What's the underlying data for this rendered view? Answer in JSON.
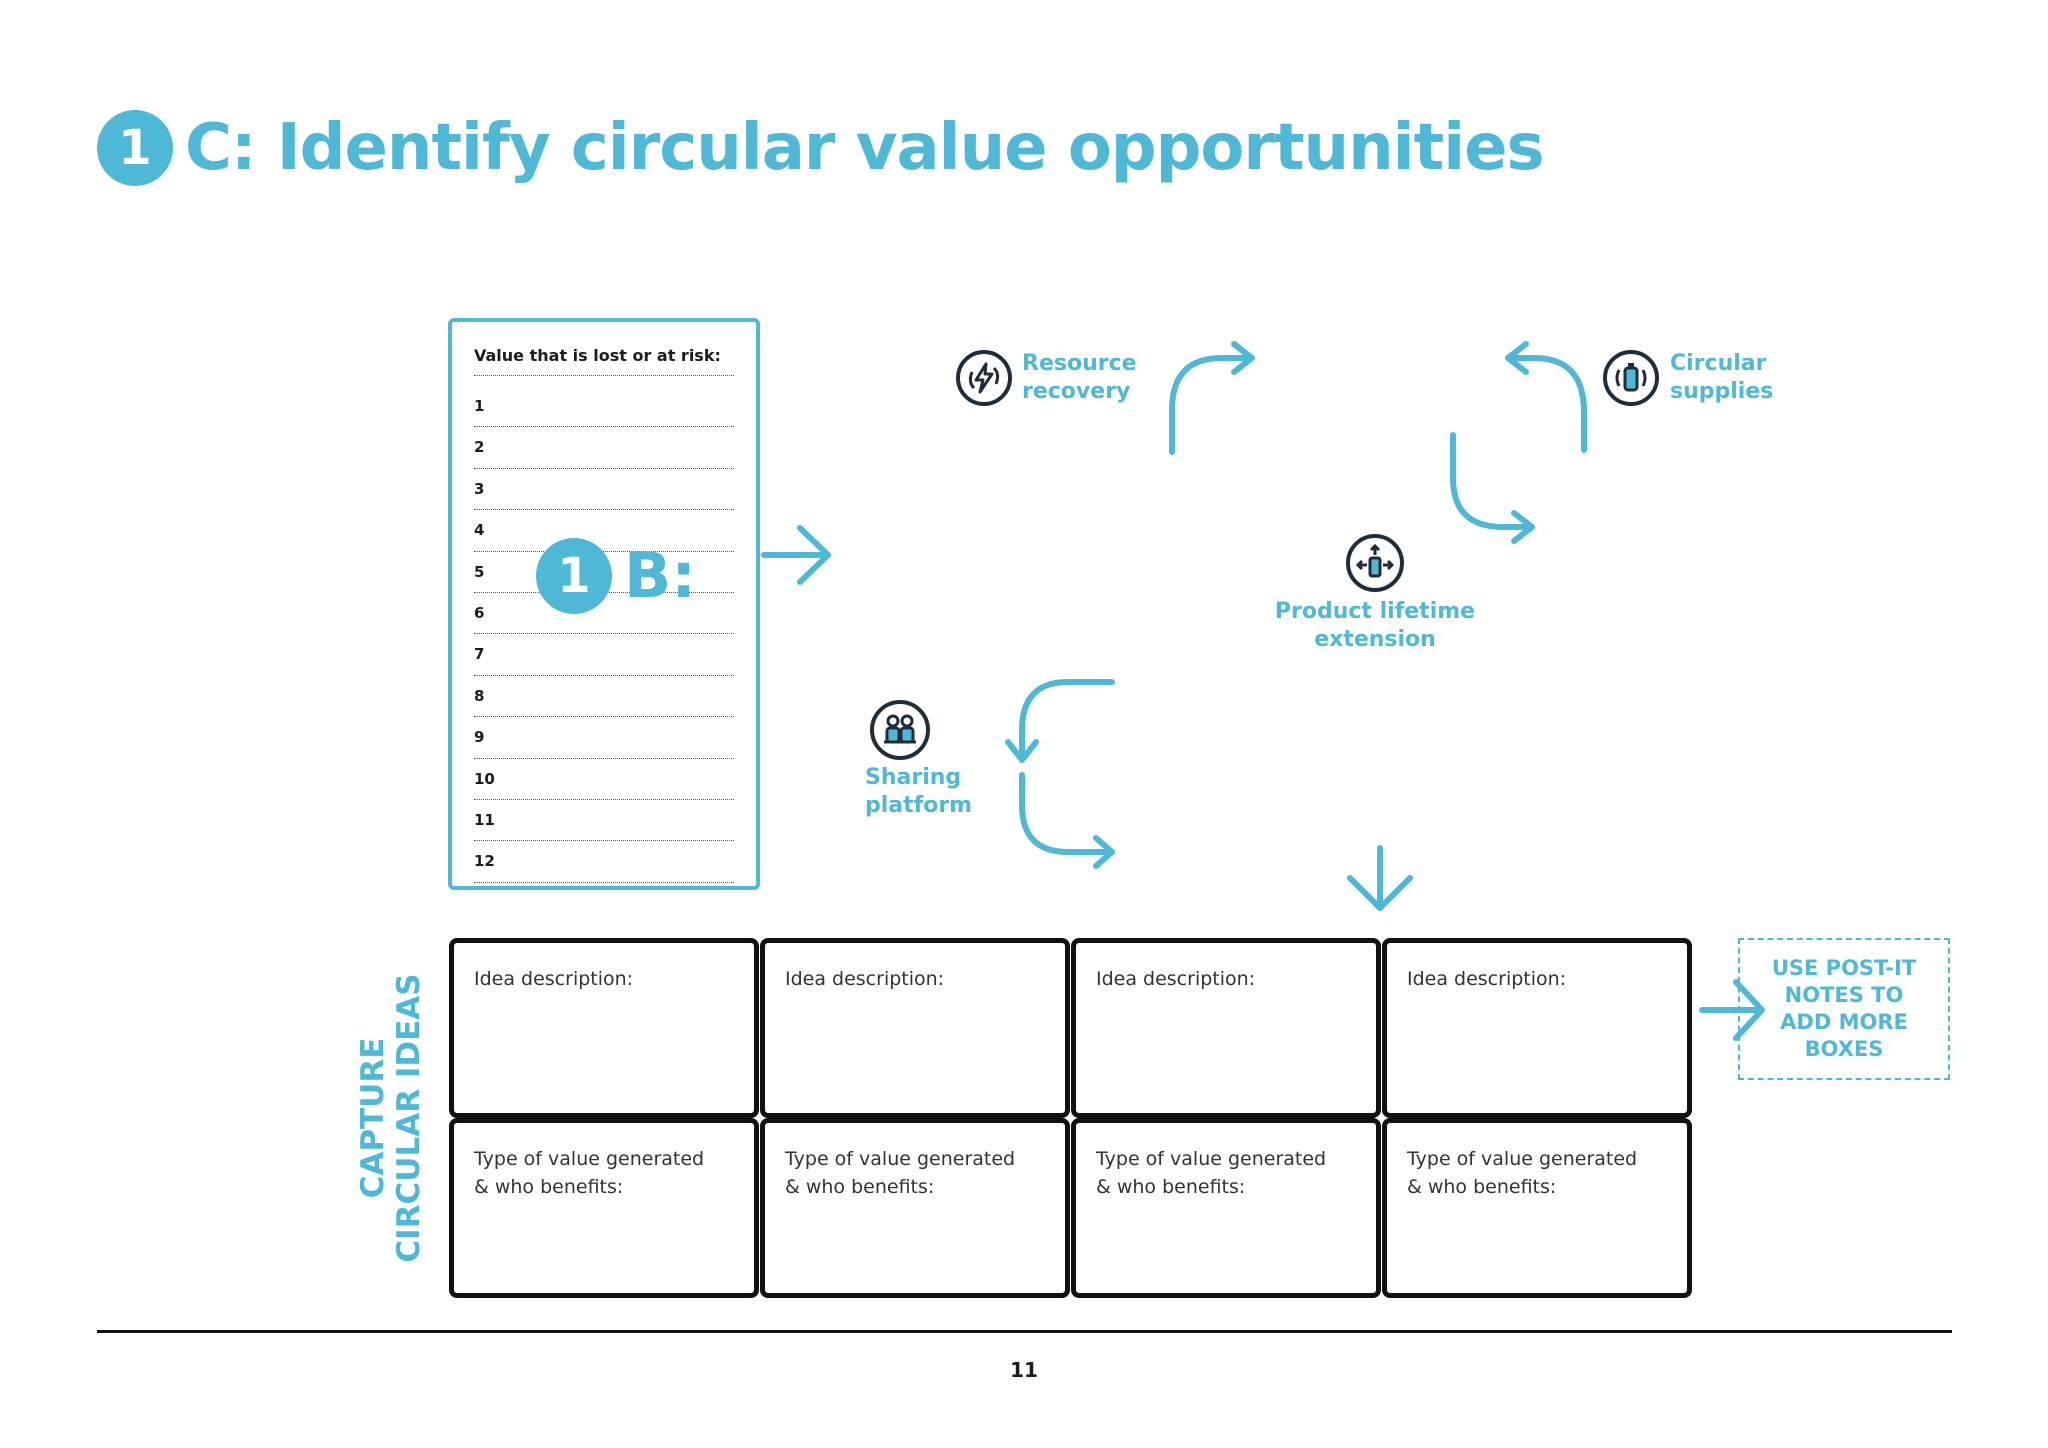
{
  "header": {
    "step_number": "1",
    "title": "C: Identify circular value opportunities"
  },
  "risk_list": {
    "heading": "Value that is lost or at risk:",
    "rows": [
      "1",
      "2",
      "3",
      "4",
      "5",
      "6",
      "7",
      "8",
      "9",
      "10",
      "11",
      "12"
    ],
    "badge_number": "1",
    "badge_label": "B:"
  },
  "strategies": {
    "resource_recovery": {
      "line1": "Resource",
      "line2": "recovery",
      "icon": "lightning-recycle-icon"
    },
    "circular_supplies": {
      "line1": "Circular",
      "line2": "supplies",
      "icon": "bottle-cycle-icon"
    },
    "product_lifetime": {
      "line1": "Product lifetime",
      "line2": "extension",
      "icon": "bottle-arrows-icon"
    },
    "sharing_platform": {
      "line1": "Sharing",
      "line2": "platform",
      "icon": "people-icon"
    }
  },
  "ideas": {
    "side_label_line1": "CAPTURE",
    "side_label_line2": "CIRCULAR IDEAS",
    "columns": [
      {
        "description_label": "Idea description:",
        "value_label_line1": "Type of value generated",
        "value_label_line2": "& who benefits:"
      },
      {
        "description_label": "Idea description:",
        "value_label_line1": "Type of value generated",
        "value_label_line2": "& who benefits:"
      },
      {
        "description_label": "Idea description:",
        "value_label_line1": "Type of value generated",
        "value_label_line2": "& who benefits:"
      },
      {
        "description_label": "Idea description:",
        "value_label_line1": "Type of value generated",
        "value_label_line2": "& who benefits:"
      }
    ],
    "postit_note": "USE POST-IT NOTES TO ADD MORE BOXES"
  },
  "footer": {
    "page_number": "11"
  },
  "colors": {
    "accent": "#4fb8d6",
    "dark": "#1f2d3a",
    "border": "#111111"
  }
}
